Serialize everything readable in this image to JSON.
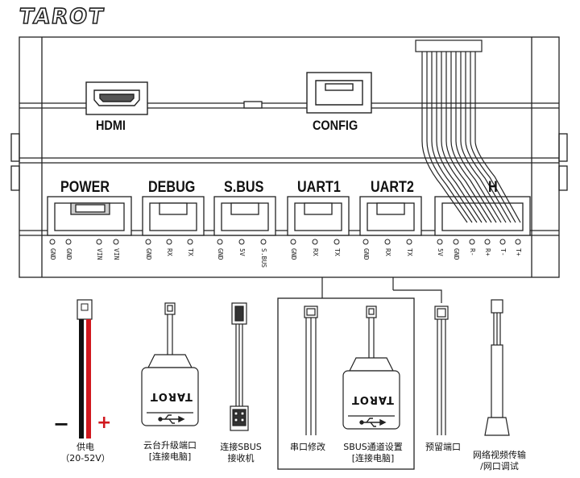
{
  "brand": "TAROT",
  "top_ports": {
    "hdmi": "HDMI",
    "config": "CONFIG"
  },
  "ports": [
    {
      "id": "power",
      "label": "POWER",
      "pins": [
        "GND",
        "GND",
        "VIN",
        "VIN"
      ]
    },
    {
      "id": "debug",
      "label": "DEBUG",
      "pins": [
        "GND",
        "RX",
        "TX"
      ]
    },
    {
      "id": "sbus",
      "label": "S.BUS",
      "pins": [
        "GND",
        "5V",
        "S.BUS"
      ]
    },
    {
      "id": "uart1",
      "label": "UART1",
      "pins": [
        "GND",
        "RX",
        "TX"
      ]
    },
    {
      "id": "uart2",
      "label": "UART2",
      "pins": [
        "GND",
        "RX",
        "TX"
      ]
    },
    {
      "id": "eth",
      "label": "H",
      "pins": [
        "5V",
        "GND",
        "R-",
        "R+",
        "T-",
        "T+"
      ]
    }
  ],
  "polarity": {
    "minus": "−",
    "plus": "+"
  },
  "module_brand": "TAROT",
  "captions": [
    {
      "id": "power",
      "line1": "供电",
      "line2": "（20-52V）"
    },
    {
      "id": "gimbal",
      "line1": "云台升级端口",
      "line2": "[连接电脑]"
    },
    {
      "id": "receiver",
      "line1": "连接SBUS",
      "line2": "接收机"
    },
    {
      "id": "serial",
      "line1": "串口修改",
      "line2": ""
    },
    {
      "id": "sbus_setting",
      "line1": "SBUS通道设置",
      "line2": "[连接电脑]"
    },
    {
      "id": "reserved",
      "line1": "预留端口",
      "line2": ""
    },
    {
      "id": "network",
      "line1": "网络视频传输",
      "line2": "/网口调试"
    }
  ]
}
